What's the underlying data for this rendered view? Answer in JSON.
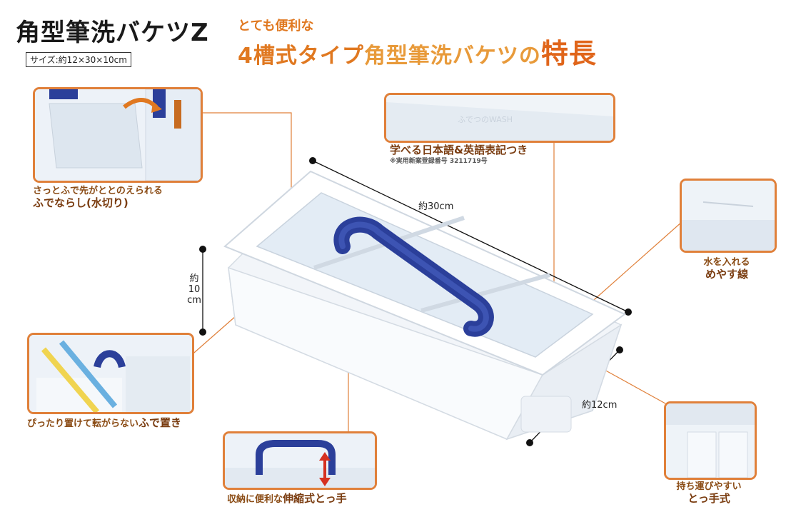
{
  "header": {
    "title": "角型筆洗バケツZ",
    "size": "サイズ:約12×30×10cm",
    "tagline_small": "とても便利な",
    "tagline_part1": "4槽式タイプ",
    "tagline_part2": "角型筆洗バケツの",
    "tagline_accent": "特長"
  },
  "features": {
    "top_left": {
      "line1": "さっとふで先がととのえられる",
      "line2": "ふでならし(水切り)"
    },
    "top_center": {
      "line1": "学べる日本語&英語表記つき",
      "note": "※実用新案登録番号 3211719号",
      "embossed": "ふでつのWASH"
    },
    "right_upper": {
      "line1": "水を入れる",
      "line2": "めやす線"
    },
    "left_lower": {
      "line1": "ぴったり置けて転がらない",
      "line2": "ふで置き"
    },
    "bottom_center": {
      "line1": "収納に便利な",
      "line2": "伸縮式とっ手"
    },
    "right_lower": {
      "line1": "持ち運びやすい",
      "line2": "とっ手式"
    }
  },
  "dimensions": {
    "length": "約30cm",
    "height_1": "約",
    "height_2": "10",
    "height_3": "cm",
    "width": "約12cm"
  },
  "colors": {
    "accent": "#e07820",
    "frame": "#e0803a",
    "handle": "#2b3f9a",
    "bucket": "#f4f7fb"
  }
}
